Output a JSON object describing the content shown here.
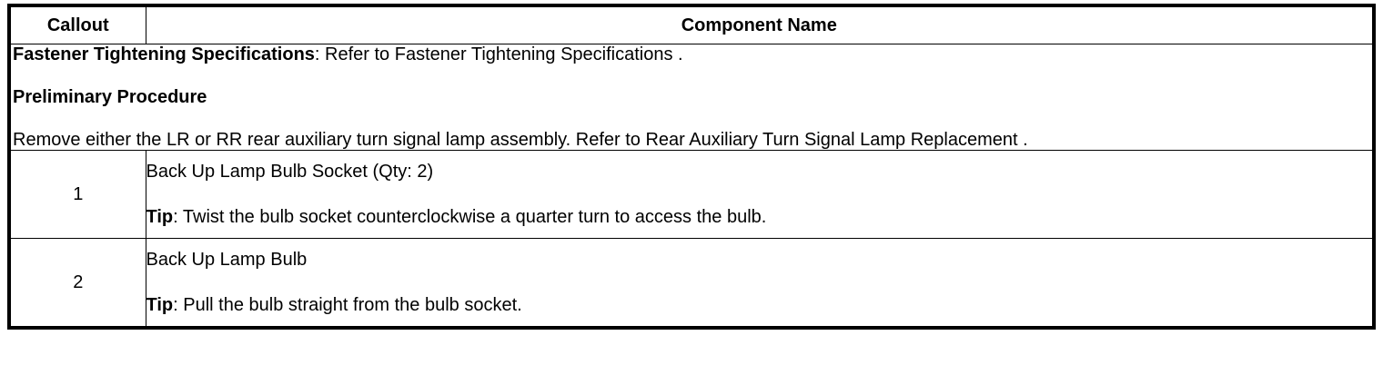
{
  "table": {
    "headers": {
      "callout": "Callout",
      "component_name": "Component Name"
    },
    "procedure": {
      "fastener_label": "Fastener Tightening Specifications",
      "fastener_text": ": Refer to Fastener Tightening Specifications .",
      "preliminary_heading": "Preliminary Procedure",
      "preliminary_text": "Remove either the LR or RR rear auxiliary turn signal lamp assembly. Refer to Rear Auxiliary Turn Signal Lamp Replacement ."
    },
    "rows": [
      {
        "callout": "1",
        "name": "Back Up Lamp Bulb Socket (Qty: 2)",
        "tip_label": "Tip",
        "tip_text": ": Twist the bulb socket counterclockwise a quarter turn to access the bulb."
      },
      {
        "callout": "2",
        "name": "Back Up Lamp Bulb",
        "tip_label": "Tip",
        "tip_text": ": Pull the bulb straight from the bulb socket."
      }
    ]
  },
  "colors": {
    "border": "#000000",
    "text": "#000000",
    "background": "#ffffff"
  }
}
